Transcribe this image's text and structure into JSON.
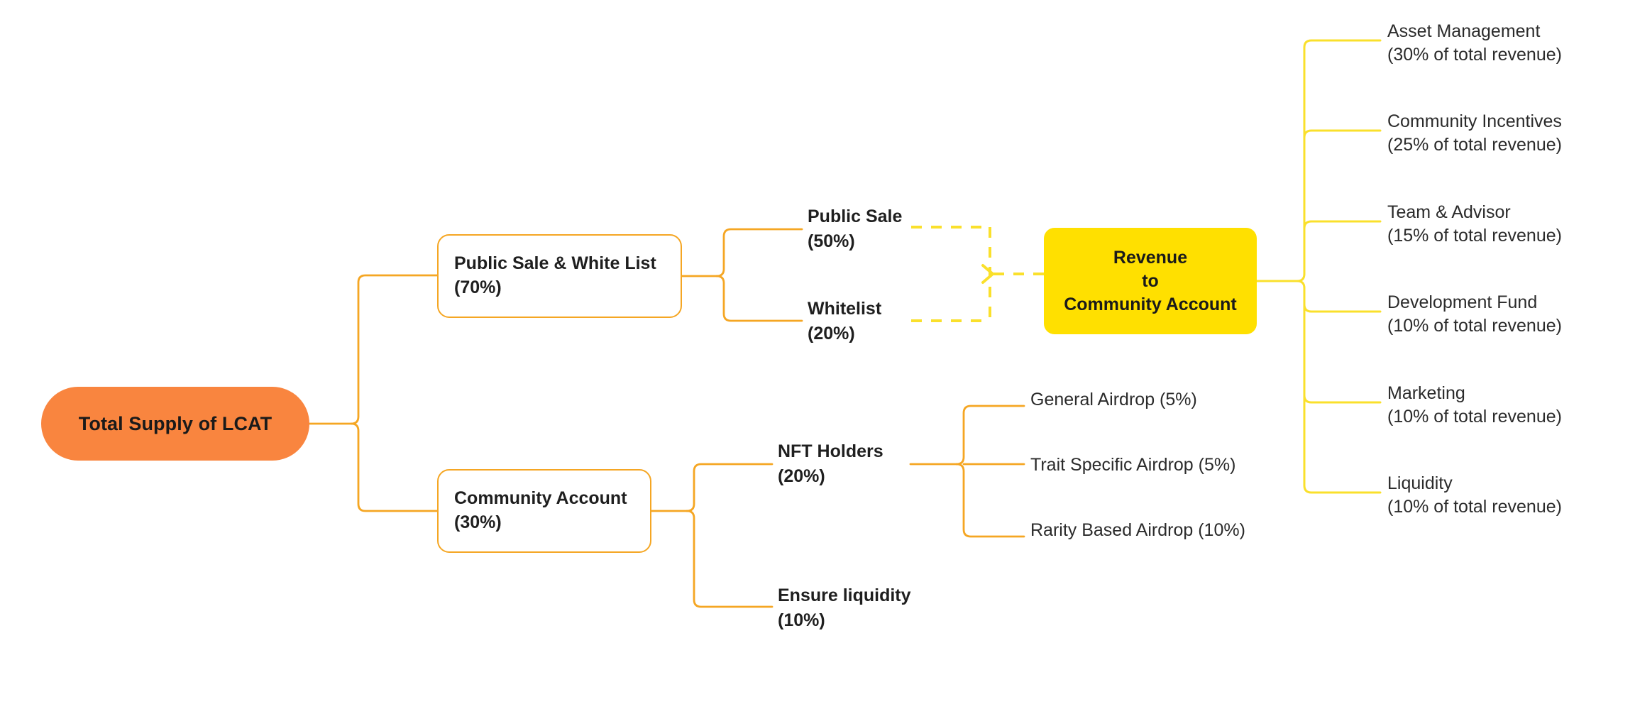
{
  "diagram": {
    "title": "Total Supply of LCAT tokenomics mind map",
    "colors": {
      "root_orange": "#F9853F",
      "branch_orange": "#F5A623",
      "revenue_yellow": "#FFE000",
      "branch_yellow": "#FAE02C",
      "text_dark": "#1f1f1f",
      "background": "#FFFFFF"
    }
  },
  "root": {
    "label": "Total Supply of LCAT"
  },
  "level1": [
    {
      "id": "public-sale-white-list",
      "line1": "Public Sale & White List",
      "line2": "(70%)"
    },
    {
      "id": "community-account",
      "line1": "Community Account",
      "line2": "(30%)"
    }
  ],
  "public_children": [
    {
      "id": "public-sale",
      "line1": "Public Sale",
      "line2": "(50%)"
    },
    {
      "id": "whitelist",
      "line1": "Whitelist",
      "line2": "(20%)"
    }
  ],
  "community_children": [
    {
      "id": "nft-holders",
      "line1": "NFT Holders",
      "line2": "(20%)"
    },
    {
      "id": "ensure-liquidity",
      "line1": "Ensure liquidity",
      "line2": "(10%)"
    }
  ],
  "nft_children": [
    {
      "id": "general-airdrop",
      "label": "General Airdrop (5%)"
    },
    {
      "id": "trait-specific-airdrop",
      "label": "Trait Specific Airdrop (5%)"
    },
    {
      "id": "rarity-based-airdrop",
      "label": "Rarity Based Airdrop (10%)"
    }
  ],
  "revenue_node": {
    "line1": "Revenue",
    "line2": "to",
    "line3": "Community Account"
  },
  "revenue_allocations": [
    {
      "id": "asset-management",
      "line1": "Asset Management",
      "line2": "(30% of total revenue)"
    },
    {
      "id": "community-incentives",
      "line1": "Community Incentives",
      "line2": "(25% of total revenue)"
    },
    {
      "id": "team-advisor",
      "line1": "Team & Advisor",
      "line2": "(15% of total revenue)"
    },
    {
      "id": "development-fund",
      "line1": "Development Fund",
      "line2": "(10% of total revenue)"
    },
    {
      "id": "marketing",
      "line1": "Marketing",
      "line2": "(10% of total revenue)"
    },
    {
      "id": "liquidity",
      "line1": "Liquidity",
      "line2": "(10% of total revenue)"
    }
  ]
}
